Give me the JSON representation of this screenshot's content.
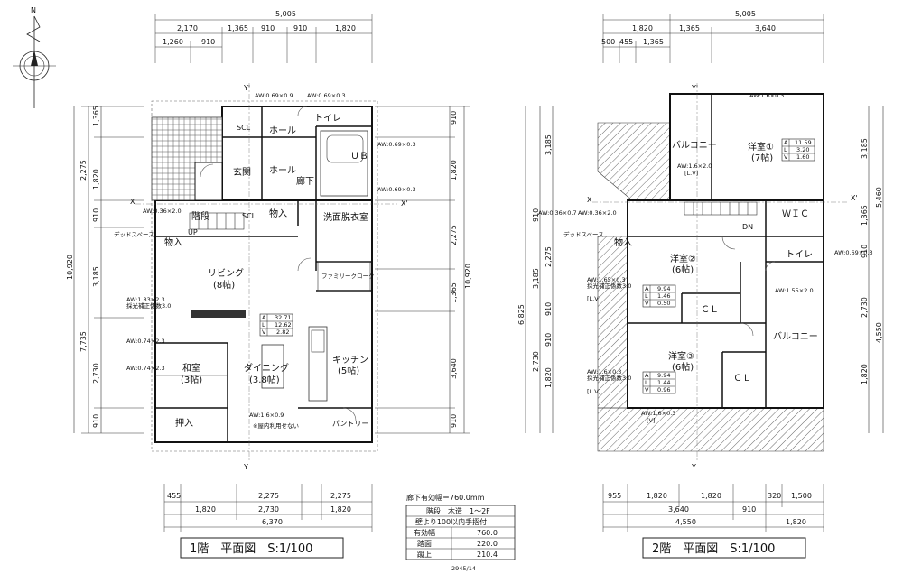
{
  "plan1": {
    "rooms": {
      "toilet": "トイレ",
      "scl1": "SCL",
      "hall1": "ホール",
      "hall2": "ホール",
      "genkan": "玄関",
      "ub": "ＵＢ",
      "corridor": "廊下",
      "stairs": "階段",
      "scl2": "SCL",
      "storage1": "物入",
      "storage2": "物入",
      "washroom": "洗面脱衣室",
      "up": "UP",
      "dead_space": "デッドスペース",
      "living": "リビング",
      "living_size": "(8帖)",
      "family_closet": "ファミリークローク",
      "washitsu": "和室",
      "washitsu_size": "(3帖)",
      "dining": "ダイニング",
      "dining_size": "(3.8帖)",
      "kitchen": "キッチン",
      "kitchen_size": "(5帖)",
      "oshiire": "押入",
      "pantry": "パントリー"
    },
    "notes": {
      "aw1": "AW:0.69×0.9",
      "aw2": "AW:0.69×0.3",
      "aw3": "AW:0.69×0.3",
      "aw4": "AW:0.69×0.3",
      "aw5": "AW:0.36×2.0",
      "aw6": "AW:1.83×2.3",
      "aw6b": "採光補正係数3.0",
      "aw7": "AW:0.74×2.3",
      "aw8": "AW:0.74×2.3",
      "aw9": "AW:1.6×0.9",
      "aw9b": "※屋内利用せない"
    },
    "area_table": [
      [
        "A",
        "32.71"
      ],
      [
        "L",
        "12.62"
      ],
      [
        "V",
        "2.82"
      ]
    ],
    "dims_top_total": "5,005",
    "dims_top_row1": [
      "2,170",
      "1,365",
      "910",
      "910",
      "1,820"
    ],
    "dims_top_row2": [
      "1,260",
      "910"
    ],
    "dims_left_outer": [
      "10,920",
      "7,735"
    ],
    "dims_left_inner": [
      "1,365",
      "2,275",
      "1,820",
      "910",
      "3,185",
      "2,730",
      "910"
    ],
    "dims_right_inner": [
      "910",
      "1,820",
      "2,275",
      "1,365",
      "3,640",
      "910"
    ],
    "dims_right_outer": "10,920",
    "dims_bottom_row1": [
      "455",
      "2,275",
      "2,275"
    ],
    "dims_bottom_row2": [
      "1,820",
      "2,730",
      "1,820"
    ],
    "dims_bottom_total": "6,370",
    "axis": {
      "x1": "X",
      "x2": "X'",
      "y1": "Y'",
      "y2": "Y"
    },
    "title": "1階　平面図　S:1/100"
  },
  "plan2": {
    "rooms": {
      "balcony1": "バルコニー",
      "room1": "洋室①",
      "room1_size": "(7帖)",
      "wic": "ＷＩＣ",
      "dead_space": "デッドスペース",
      "storage": "物入",
      "room2": "洋室②",
      "room2_size": "(6帖)",
      "dn": "DN",
      "toilet": "トイレ",
      "cl1": "ＣＬ",
      "room3": "洋室③",
      "room3_size": "(6帖)",
      "cl2": "ＣＬ",
      "balcony2": "バルコニー"
    },
    "notes": {
      "aw1": "AW:1.6×0.3",
      "aw2": "AW:1.6×2.0",
      "aw2b": "[L.V]",
      "aw3": "AW:0.36×0.7",
      "aw4": "AW:0.36×2.0",
      "aw5": "AW:0.69×0.3",
      "aw6": "AW:1.65×0.3",
      "aw6b": "採光補正係数3.0",
      "aw6c": "[L.V]",
      "aw7": "AW:1.55×2.0",
      "aw8": "AW:1.6×0.3",
      "aw8b": "採光補正係数3.0",
      "aw8c": "[L.V]",
      "aw9": "AW:1.6×0.3",
      "aw9b": "[V]"
    },
    "table1": [
      [
        "A",
        "11.59"
      ],
      [
        "L",
        "3.20"
      ],
      [
        "V",
        "1.60"
      ]
    ],
    "table2": [
      [
        "A",
        "9.94"
      ],
      [
        "L",
        "1.46"
      ],
      [
        "V",
        "0.50"
      ]
    ],
    "table3": [
      [
        "A",
        "9.94"
      ],
      [
        "L",
        "1.44"
      ],
      [
        "V",
        "0.96"
      ]
    ],
    "dims_top_total": "5,005",
    "dims_top_row1": [
      "1,820",
      "1,365",
      "3,640"
    ],
    "dims_top_row2": [
      "500",
      "455",
      "1,365"
    ],
    "dims_left_outer": "6,825",
    "dims_left_inner": [
      "3,185",
      "910",
      "2,275",
      "3,185",
      "910",
      "910",
      "2,730",
      "1,820"
    ],
    "dims_right_inner": [
      "3,185",
      "1,365",
      "910",
      "2,730",
      "1,820"
    ],
    "dims_right_outer": [
      "5,460",
      "4,550"
    ],
    "dims_bottom_row1": [
      "955",
      "1,820",
      "1,820",
      "320",
      "1,500"
    ],
    "dims_bottom_row2": [
      "3,640",
      "910"
    ],
    "dims_bottom_row3": [
      "4,550",
      "1,820"
    ],
    "axis": {
      "x1": "X",
      "x2": "X'",
      "y1": "Y'",
      "y2": "Y"
    },
    "title": "2階　平面図　S:1/100"
  },
  "compass": {
    "north": "N"
  },
  "corridor_note": "廊下有効幅＝760.0mm",
  "stair_table": {
    "header": "階段　木造　1～2F",
    "sub": "壁より100以内手摺付",
    "rows": [
      [
        "有効幅",
        "760.0"
      ],
      [
        "踏面",
        "220.0"
      ],
      [
        "蹴上",
        "210.4"
      ]
    ]
  },
  "sheet_code": "2945/14"
}
